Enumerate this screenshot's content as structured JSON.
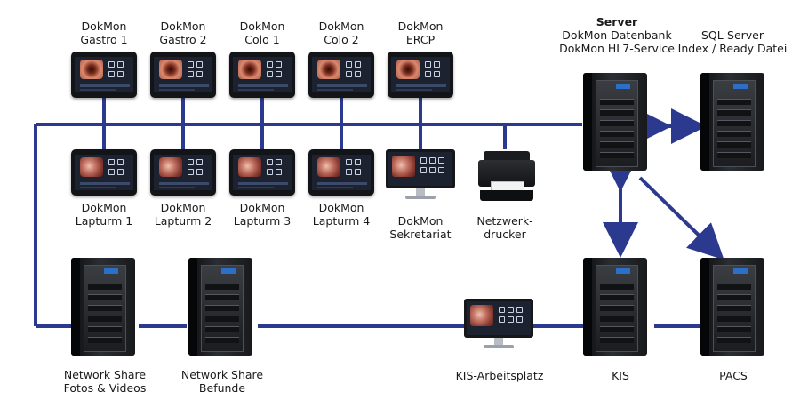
{
  "colors": {
    "line": "#2b3a8f",
    "arrow": "#2b3a8f"
  },
  "top_row": [
    {
      "line1": "DokMon",
      "line2": "Gastro 1"
    },
    {
      "line1": "DokMon",
      "line2": "Gastro 2"
    },
    {
      "line1": "DokMon",
      "line2": "Colo 1"
    },
    {
      "line1": "DokMon",
      "line2": "Colo 2"
    },
    {
      "line1": "DokMon",
      "line2": "ERCP"
    }
  ],
  "server": {
    "title": "Server",
    "line1": "DokMon Datenbank",
    "line2": "DokMon HL7-Service"
  },
  "sql": {
    "line1": "SQL-Server",
    "line2": "Index / Ready Datei"
  },
  "mid_row": [
    {
      "line1": "DokMon",
      "line2": "Lapturm 1"
    },
    {
      "line1": "DokMon",
      "line2": "Lapturm 2"
    },
    {
      "line1": "DokMon",
      "line2": "Lapturm 3"
    },
    {
      "line1": "DokMon",
      "line2": "Lapturm 4"
    }
  ],
  "sekretariat": {
    "line1": "DokMon",
    "line2": "Sekretariat"
  },
  "printer": {
    "line1": "Netzwerk-",
    "line2": "drucker"
  },
  "bottom_row": {
    "share_photos": {
      "line1": "Network Share",
      "line2": "Fotos & Videos"
    },
    "share_befunde": {
      "line1": "Network Share",
      "line2": "Befunde"
    },
    "kis_workstation": {
      "line1": "KIS-Arbeitsplatz"
    },
    "kis": {
      "line1": "KIS"
    },
    "pacs": {
      "line1": "PACS"
    }
  },
  "icons": [
    "tablet-icon",
    "monitor-icon",
    "server-tower-icon",
    "printer-icon"
  ]
}
